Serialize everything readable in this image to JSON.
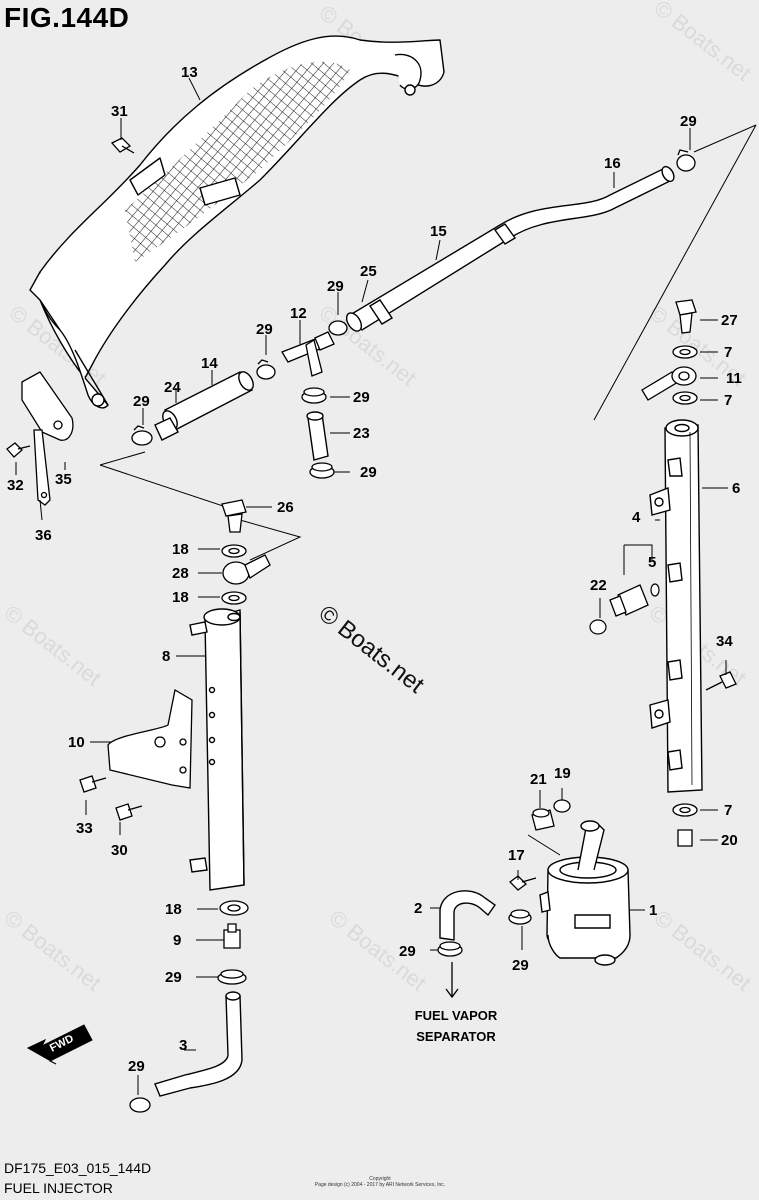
{
  "figure": {
    "title": "FIG.144D",
    "model_code": "DF175_E03_015_144D",
    "section_name": "FUEL INJECTOR",
    "copyright_line1": "Copyright",
    "copyright_line2": "Page design (c) 2004 - 2017 by ARI Network Services, Inc."
  },
  "watermark": {
    "main": "© Boats.net",
    "repeat": "© Boats.net"
  },
  "annotations": {
    "fuel_vapor_line1": "FUEL VAPOR",
    "fuel_vapor_line2": "SEPARATOR",
    "fwd": "FWD"
  },
  "callouts": {
    "c1": "1",
    "c2": "2",
    "c3": "3",
    "c4": "4",
    "c5": "5",
    "c6": "6",
    "c7a": "7",
    "c7b": "7",
    "c7c": "7",
    "c8": "8",
    "c9": "9",
    "c10": "10",
    "c11": "11",
    "c12": "12",
    "c13": "13",
    "c14": "14",
    "c15": "15",
    "c16": "16",
    "c17": "17",
    "c18a": "18",
    "c18b": "18",
    "c18c": "18",
    "c19": "19",
    "c20": "20",
    "c21": "21",
    "c22": "22",
    "c23": "23",
    "c24": "24",
    "c25": "25",
    "c26": "26",
    "c27": "27",
    "c28": "28",
    "c29a": "29",
    "c29b": "29",
    "c29c": "29",
    "c29d": "29",
    "c29e": "29",
    "c29f": "29",
    "c29g": "29",
    "c29h": "29",
    "c29i": "29",
    "c29j": "29",
    "c30": "30",
    "c31": "31",
    "c32": "32",
    "c33": "33",
    "c34": "34",
    "c35": "35",
    "c36": "36"
  },
  "colors": {
    "background": "#ededed",
    "line": "#000000"
  }
}
